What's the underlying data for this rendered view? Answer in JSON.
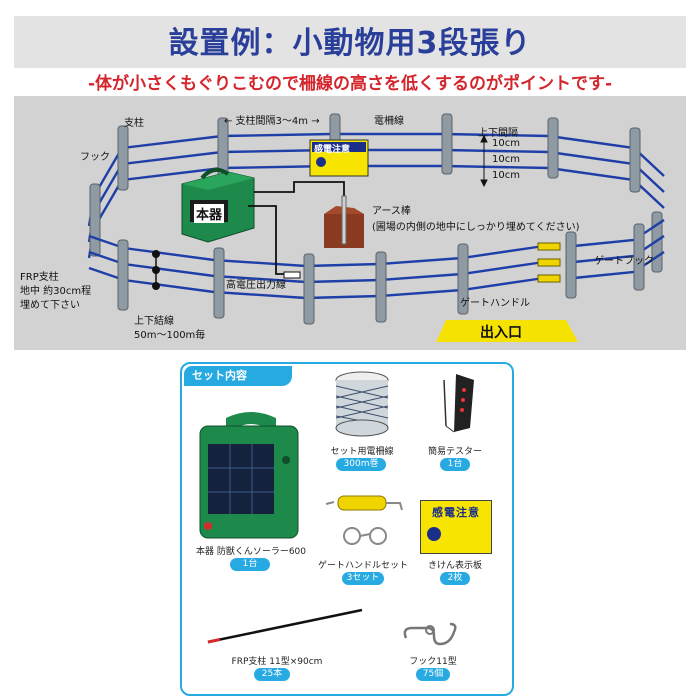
{
  "title": "設置例：小動物用3段張り",
  "subtitle": "-体が小さくもぐりこむので柵線の高さを低くするのがポイントです-",
  "diagram": {
    "support_label": "支柱",
    "spacing_label": "← 支柱間隔3～4m →",
    "wire_label": "電柵線",
    "hook_label": "フック",
    "sign_label": "感電注意",
    "gap_label": "上下間隔",
    "gap_values": [
      "10cm",
      "10cm",
      "10cm"
    ],
    "unit_label": "本器",
    "earth_label": "アース棒",
    "earth_note": "(圃場の内側の地中にしっかり埋めてください)",
    "gate_hook_label": "ゲートフック",
    "frp_note": [
      "FRP支柱",
      "地中 約30cm程",
      "埋めて下さい"
    ],
    "hv_label": "高電圧出力線",
    "gate_handle_label": "ゲートハンドル",
    "connect_label": [
      "上下結線",
      "50m～100m毎"
    ],
    "entrance_label": "出入口"
  },
  "set": {
    "header": "セット内容",
    "items": [
      {
        "name": "セット用電柵線",
        "qty": "300m巻"
      },
      {
        "name": "簡易テスター",
        "qty": "1台"
      },
      {
        "name": "本器 防獣くんソーラー600",
        "qty": "1台"
      },
      {
        "name": "ゲートハンドルセット",
        "qty": "3セット"
      },
      {
        "name": "きけん表示板",
        "qty": "2枚"
      },
      {
        "name": "FRP支柱 11型×90cm",
        "qty": "25本"
      },
      {
        "name": "フック11型",
        "qty": "75個"
      }
    ],
    "sign_text": "感電注意"
  },
  "colors": {
    "title": "#2a3f9a",
    "subtitle": "#d4252c",
    "wire": "#1f3fa8",
    "unit_green": "#1d8a4b",
    "accent_blue": "#27a9e1",
    "sign_yellow": "#f7e400"
  }
}
